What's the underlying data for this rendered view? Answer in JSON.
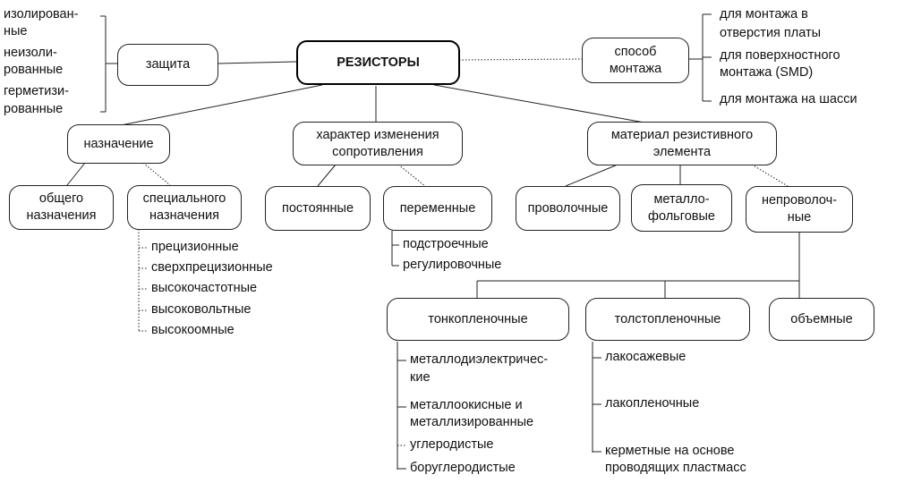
{
  "root": "РЕЗИСТОРЫ",
  "protection": {
    "label": "защита",
    "items": [
      "изолирован-",
      "ные",
      "неизоли-",
      "рованные",
      "герметизи-",
      "рованные"
    ]
  },
  "mounting": {
    "label_l1": "способ",
    "label_l2": "монтажа",
    "items": [
      "для монтажа в",
      "отверстия платы",
      "для поверхностного",
      "монтажа (SMD)",
      "для монтажа на шасси"
    ]
  },
  "purpose": {
    "label": "назначение",
    "general_l1": "общего",
    "general_l2": "назначения",
    "special_l1": "специального",
    "special_l2": "назначения",
    "special_items": [
      "прецизионные",
      "сверхпрецизионные",
      "высокочастотные",
      "высоковольтные",
      "высокоомные"
    ]
  },
  "character": {
    "label_l1": "характер изменения",
    "label_l2": "сопротивления",
    "constant": "постоянные",
    "variable": "переменные",
    "variable_items": [
      "подстроечные",
      "регулировочные"
    ]
  },
  "material": {
    "label_l1": "материал резистивного",
    "label_l2": "элемента",
    "wire": "проволочные",
    "foil_l1": "металло-",
    "foil_l2": "фольговые",
    "nonwire_l1": "непроволоч-",
    "nonwire_l2": "ные"
  },
  "nonwire_types": {
    "thin": "тонкопленочные",
    "thick": "толстопленочные",
    "bulk": "объемные",
    "thin_items": [
      "металлодиэлектричес-",
      "кие",
      "металлоокисные и",
      "металлизированные",
      "углеродистые",
      "боруглеродистые"
    ],
    "thick_items": [
      "лакосажевые",
      "лакопленочные",
      "керметные на основе",
      "проводящих пластмасс"
    ]
  }
}
